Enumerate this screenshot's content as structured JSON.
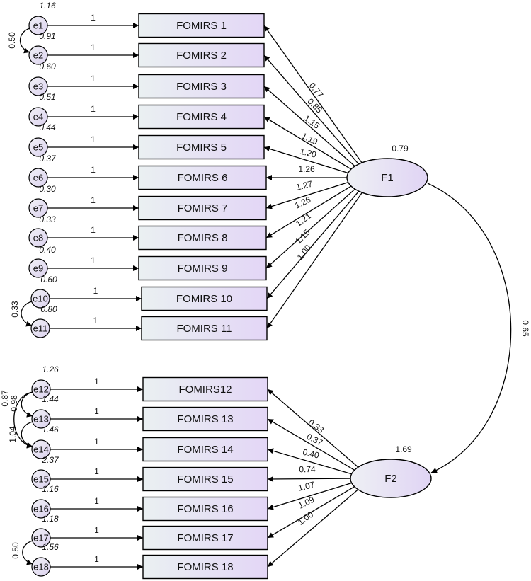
{
  "boxes": [
    {
      "label": "FOMIRS 1"
    },
    {
      "label": "FOMIRS 2"
    },
    {
      "label": "FOMIRS 3"
    },
    {
      "label": "FOMIRS 4"
    },
    {
      "label": "FOMIRS 5"
    },
    {
      "label": "FOMIRS 6"
    },
    {
      "label": "FOMIRS 7"
    },
    {
      "label": "FOMIRS 8"
    },
    {
      "label": "FOMIRS 9"
    },
    {
      "label": "FOMIRS 10"
    },
    {
      "label": "FOMIRS 11"
    },
    {
      "label": "FOMIRS12"
    },
    {
      "label": "FOMIRS 13"
    },
    {
      "label": "FOMIRS 14"
    },
    {
      "label": "FOMIRS 15"
    },
    {
      "label": "FOMIRS 16"
    },
    {
      "label": "FOMIRS 17"
    },
    {
      "label": "FOMIRS 18"
    }
  ],
  "errors": [
    {
      "label": "e1",
      "variance": "1.16",
      "path": "1"
    },
    {
      "label": "e2",
      "variance": "0.91",
      "path": "1"
    },
    {
      "label": "e3",
      "variance": "0.60",
      "path": "1"
    },
    {
      "label": "e4",
      "variance": "0.51",
      "path": "1"
    },
    {
      "label": "e5",
      "variance": "0.44",
      "path": "1"
    },
    {
      "label": "e6",
      "variance": "0.37",
      "path": "1"
    },
    {
      "label": "e7",
      "variance": "0.30",
      "path": "1"
    },
    {
      "label": "e8",
      "variance": "0.33",
      "path": "1"
    },
    {
      "label": "e9",
      "variance": "0.40",
      "path": "1"
    },
    {
      "label": "e10",
      "variance": "0.60",
      "path": "1"
    },
    {
      "label": "e11",
      "variance": "0.80",
      "path": "1"
    },
    {
      "label": "e12",
      "variance": "1.26",
      "path": "1"
    },
    {
      "label": "e13",
      "variance": "1.44",
      "path": "1"
    },
    {
      "label": "e14",
      "variance": "1.46",
      "path": "1"
    },
    {
      "label": "e15",
      "variance": "2.37",
      "path": "1"
    },
    {
      "label": "e16",
      "variance": "1.16",
      "path": "1"
    },
    {
      "label": "e17",
      "variance": "1.18",
      "path": "1"
    },
    {
      "label": "e18",
      "variance": "1.56",
      "path": "1"
    }
  ],
  "error_covariances": [
    {
      "from": "e1",
      "to": "e2",
      "value": "0.50"
    },
    {
      "from": "e10",
      "to": "e11",
      "value": "0.33"
    },
    {
      "from": "e12",
      "to": "e13",
      "value": "0.98"
    },
    {
      "from": "e12",
      "to": "e14",
      "value": "0.87"
    },
    {
      "from": "e13",
      "to": "e14",
      "value": "1.04"
    },
    {
      "from": "e17",
      "to": "e18",
      "value": "0.50"
    }
  ],
  "factors": [
    {
      "label": "F1",
      "variance": "0.79",
      "loadings": [
        "0.77",
        "0.85",
        "1.15",
        "1.19",
        "1.20",
        "1.26",
        "1.27",
        "1.26",
        "1.21",
        "1.15",
        "1.00"
      ]
    },
    {
      "label": "F2",
      "variance": "1.69",
      "loadings": [
        "0.33",
        "0.37",
        "0.40",
        "0.74",
        "1.07",
        "1.09",
        "1.00"
      ]
    }
  ],
  "factor_covariance": "0.65",
  "colors": {
    "box_fill": "#e9e2f4",
    "circle_fill": "#e6e3f1",
    "line": "#000000"
  }
}
